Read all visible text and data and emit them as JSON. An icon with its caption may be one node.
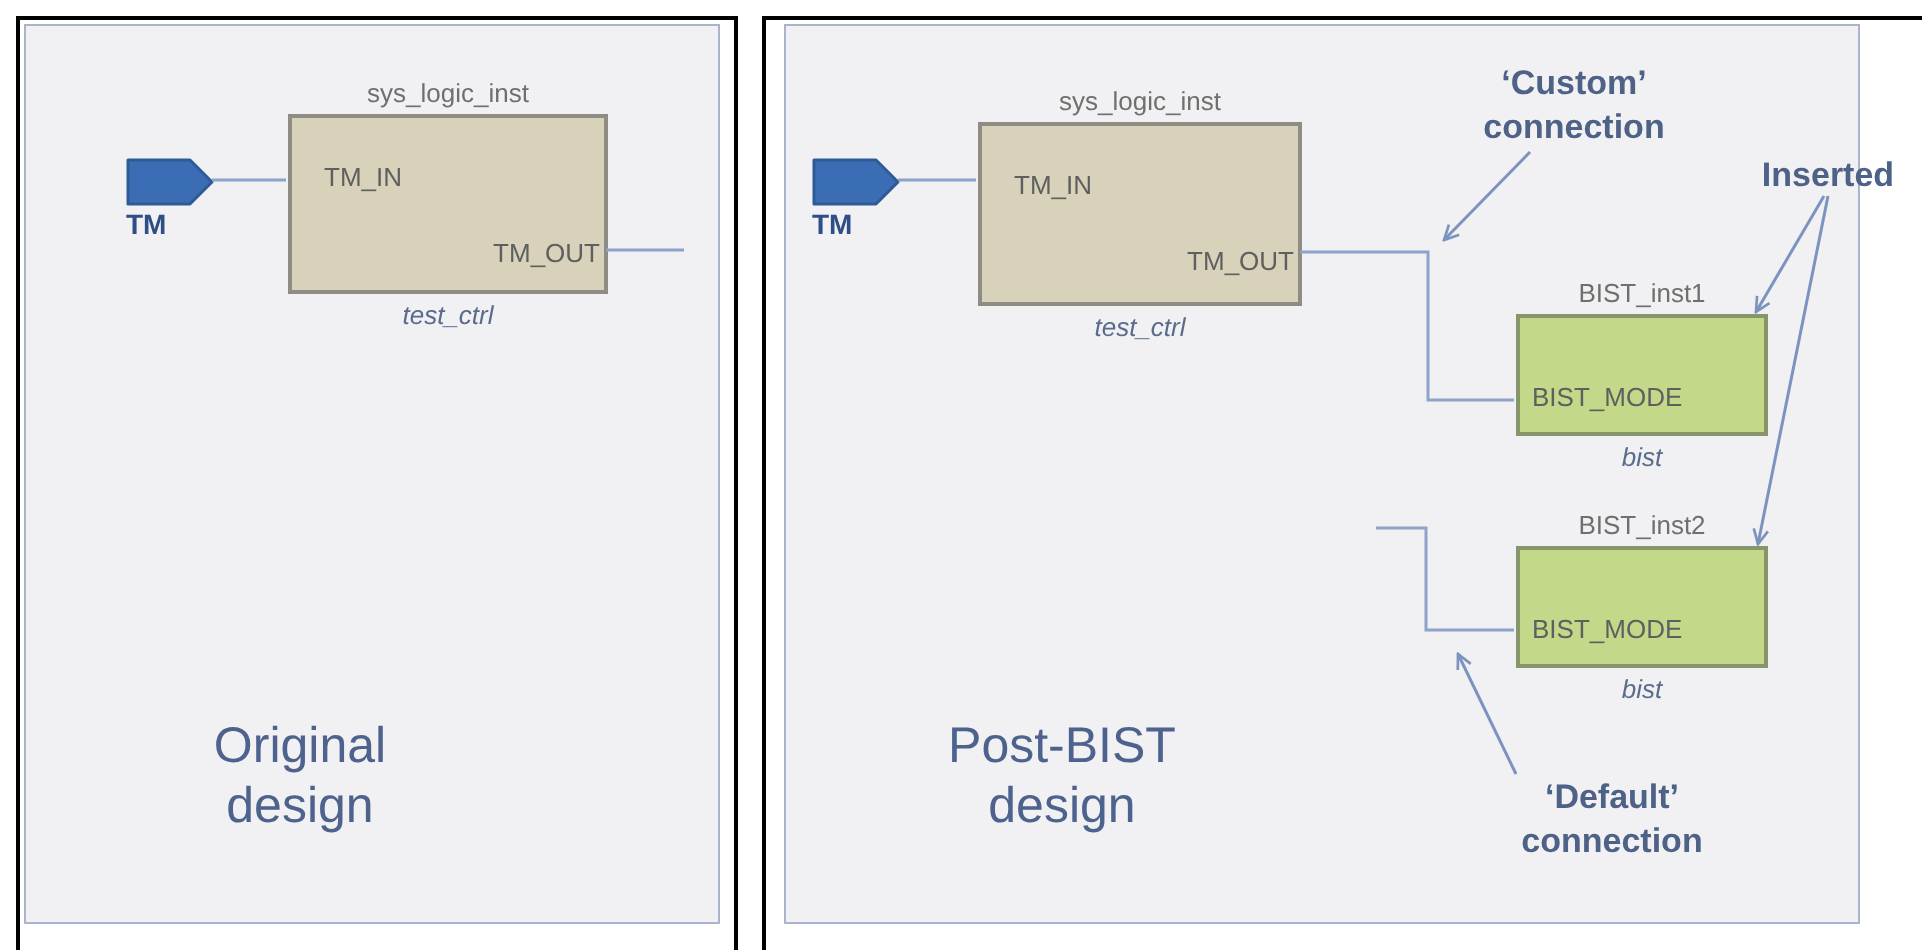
{
  "diagram": {
    "nodes": [
      {
        "text": [
          "Original design"
        ]
      },
      {
        "text": [
          "TM"
        ],
        "in": 0
      },
      {
        "text": [
          "sys_logic_inst",
          "TM_IN",
          "TM_OUT"
        ],
        "beside": [
          "test_ctrl"
        ],
        "in": 0
      },
      {
        "text": [
          "Post-BIST design"
        ]
      },
      {
        "text": [
          "TM"
        ],
        "in": 3
      },
      {
        "text": [
          "sys_logic_inst",
          "TM_IN",
          "TM_OUT"
        ],
        "beside": [
          "test_ctrl"
        ],
        "in": 3
      },
      {
        "text": [
          "BIST_inst1",
          "BIST_MODE"
        ],
        "beside": [
          "bist"
        ],
        "in": 3
      },
      {
        "text": [
          "BIST_inst2",
          "BIST_MODE"
        ],
        "beside": [
          "bist"
        ],
        "in": 3
      },
      {
        "text": [
          "‘Custom’ connection"
        ],
        "in": 3
      },
      {
        "text": [
          "Inserted"
        ],
        "in": 3
      },
      {
        "text": [
          "‘Default’ connection"
        ],
        "in": 3
      }
    ],
    "edges": [
      {
        "from": 1,
        "to": 2,
        "arrow": "none"
      },
      {
        "from": 2,
        "to": null,
        "arrow": "none"
      },
      {
        "from": 4,
        "to": 5,
        "arrow": "none"
      },
      {
        "from": 5,
        "to": 6,
        "arrow": "none"
      },
      {
        "from": null,
        "to": 7,
        "arrow": "none"
      },
      {
        "from": 8,
        "to": null,
        "arrow": "to"
      },
      {
        "from": 9,
        "to": 6,
        "arrow": "to"
      },
      {
        "from": 9,
        "to": 7,
        "arrow": "to"
      },
      {
        "from": 10,
        "to": null,
        "arrow": "to"
      }
    ]
  }
}
